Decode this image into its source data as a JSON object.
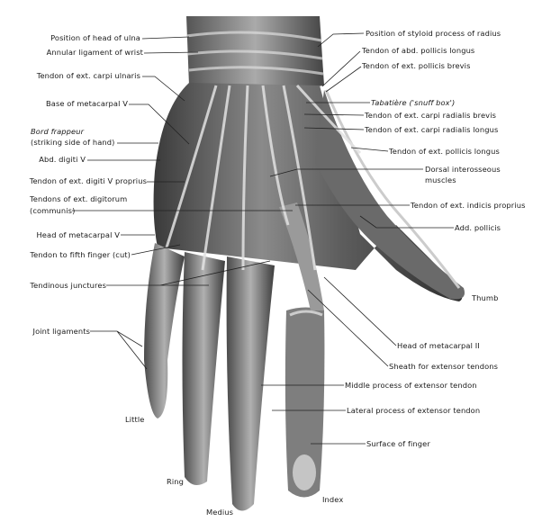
{
  "left_labels": {
    "head_ulna": "Position of head of ulna",
    "annular": "Annular ligament of wrist",
    "carpi_ulnaris": "Tendon of ext. carpi ulnaris",
    "base_mc5": "Base of metacarpal V",
    "bord_frappeur": "Bord frappeur",
    "striking_side": "(striking side of hand)",
    "abd_digiti": "Abd. digiti V",
    "digiti_proprius": "Tendon of ext. digiti V proprius",
    "digitorum_1": "Tendons of ext. digitorum",
    "digitorum_2": "(communis)",
    "head_mc5": "Head of metacarpal V",
    "fifth_finger": "Tendon to fifth finger (cut)",
    "junctures": "Tendinous junctures",
    "joint_ligaments": "Joint ligaments"
  },
  "right_labels": {
    "styloid": "Position of styloid process of radius",
    "abd_pollicis": "Tendon of abd. pollicis longus",
    "ext_pollicis_brevis": "Tendon of ext. pollicis brevis",
    "tabatiere": "Tabatière ('snuff box')",
    "radialis_brevis": "Tendon of ext. carpi radialis brevis",
    "radialis_longus": "Tendon of ext. carpi radialis longus",
    "pollicis_longus": "Tendon of ext. pollicis longus",
    "interosseous_1": "Dorsal interosseous",
    "interosseous_2": "muscles",
    "indicis": "Tendon of ext. indicis proprius",
    "add_pollicis": "Add. pollicis",
    "head_mc2": "Head of metacarpal II",
    "sheath": "Sheath for extensor tendons",
    "middle_process": "Middle process of extensor tendon",
    "lateral_process": "Lateral process of extensor tendon",
    "surface": "Surface of finger"
  },
  "fingers": {
    "thumb": "Thumb",
    "index": "Index",
    "medius": "Medius",
    "ring": "Ring",
    "little": "Little"
  }
}
